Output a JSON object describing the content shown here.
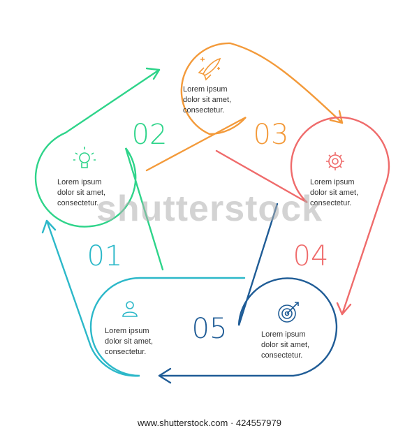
{
  "colors": {
    "step1": "#2cb8c9",
    "step2": "#2ed48a",
    "step3": "#f39a3a",
    "step4": "#ef6b6b",
    "step5": "#1f5c96"
  },
  "steps": [
    {
      "number": "01",
      "icon": "user-icon",
      "lines": [
        "Lorem ipsum",
        "dolor sit amet,",
        "consectetur."
      ]
    },
    {
      "number": "02",
      "icon": "lightbulb-icon",
      "lines": [
        "Lorem ipsum",
        "dolor sit amet,",
        "consectetur."
      ]
    },
    {
      "number": "03",
      "icon": "rocket-icon",
      "lines": [
        "Lorem ipsum",
        "dolor sit amet,",
        "consectetur."
      ]
    },
    {
      "number": "04",
      "icon": "gear-icon",
      "lines": [
        "Lorem ipsum",
        "dolor sit amet,",
        "consectetur."
      ]
    },
    {
      "number": "05",
      "icon": "target-icon",
      "lines": [
        "Lorem ipsum",
        "dolor sit amet,",
        "consectetur."
      ]
    }
  ],
  "watermark": "shutterstock",
  "footer": "www.shutterstock.com · 424557979"
}
